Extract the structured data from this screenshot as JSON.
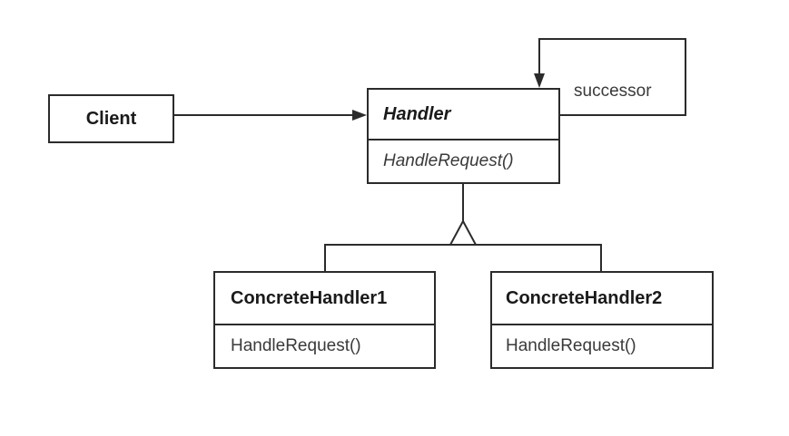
{
  "classes": {
    "client": {
      "name": "Client"
    },
    "handler": {
      "name": "Handler",
      "operation": "HandleRequest()"
    },
    "concrete_handler_1": {
      "name": "ConcreteHandler1",
      "operation": "HandleRequest()"
    },
    "concrete_handler_2": {
      "name": "ConcreteHandler2",
      "operation": "HandleRequest()"
    }
  },
  "associations": {
    "successor_label": "successor"
  },
  "colors": {
    "line": "#2b2b2b",
    "background": "#ffffff"
  }
}
